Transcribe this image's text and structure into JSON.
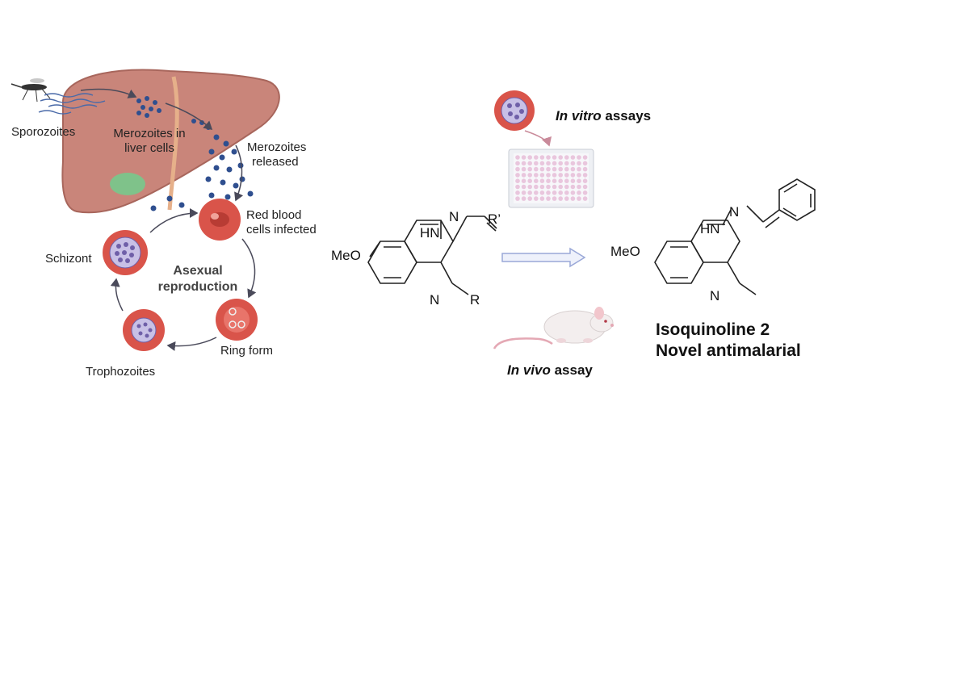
{
  "lifecycle": {
    "sporozoites": "Sporozoites",
    "merozoites_liver_1": "Merozoites in",
    "merozoites_liver_2": "liver cells",
    "merozoites_released_1": "Merozoites",
    "merozoites_released_2": "released",
    "red_blood_1": "Red blood",
    "red_blood_2": "cells infected",
    "schizont": "Schizont",
    "asexual_1": "Asexual",
    "asexual_2": "reproduction",
    "ring_form": "Ring form",
    "trophozoites": "Trophozoites"
  },
  "assays": {
    "in_vitro_italic": "In vitro",
    "in_vitro_rest": " assays",
    "in_vivo_italic": "In vivo",
    "in_vivo_rest": " assay"
  },
  "scaffold": {
    "meo": "MeO",
    "hn": "HN",
    "n_hydrazone": "N",
    "r_prime": "R’",
    "n_ring": "N",
    "r": "R"
  },
  "product": {
    "meo": "MeO",
    "hn": "HN",
    "n_hydrazone": "N",
    "n_ring": "N",
    "title_1": "Isoquinoline 2",
    "title_2": "Novel antimalarial"
  },
  "colors": {
    "liver": "#c9857a",
    "liver_dark": "#a8665c",
    "rbc": "#d9544a",
    "rbc_inner": "#f0a39a",
    "parasite": "#8f7fc0",
    "gallbladder": "#7fc28a",
    "plate": "#e9c6dd",
    "arrow_blue": "#9aa8d8"
  }
}
